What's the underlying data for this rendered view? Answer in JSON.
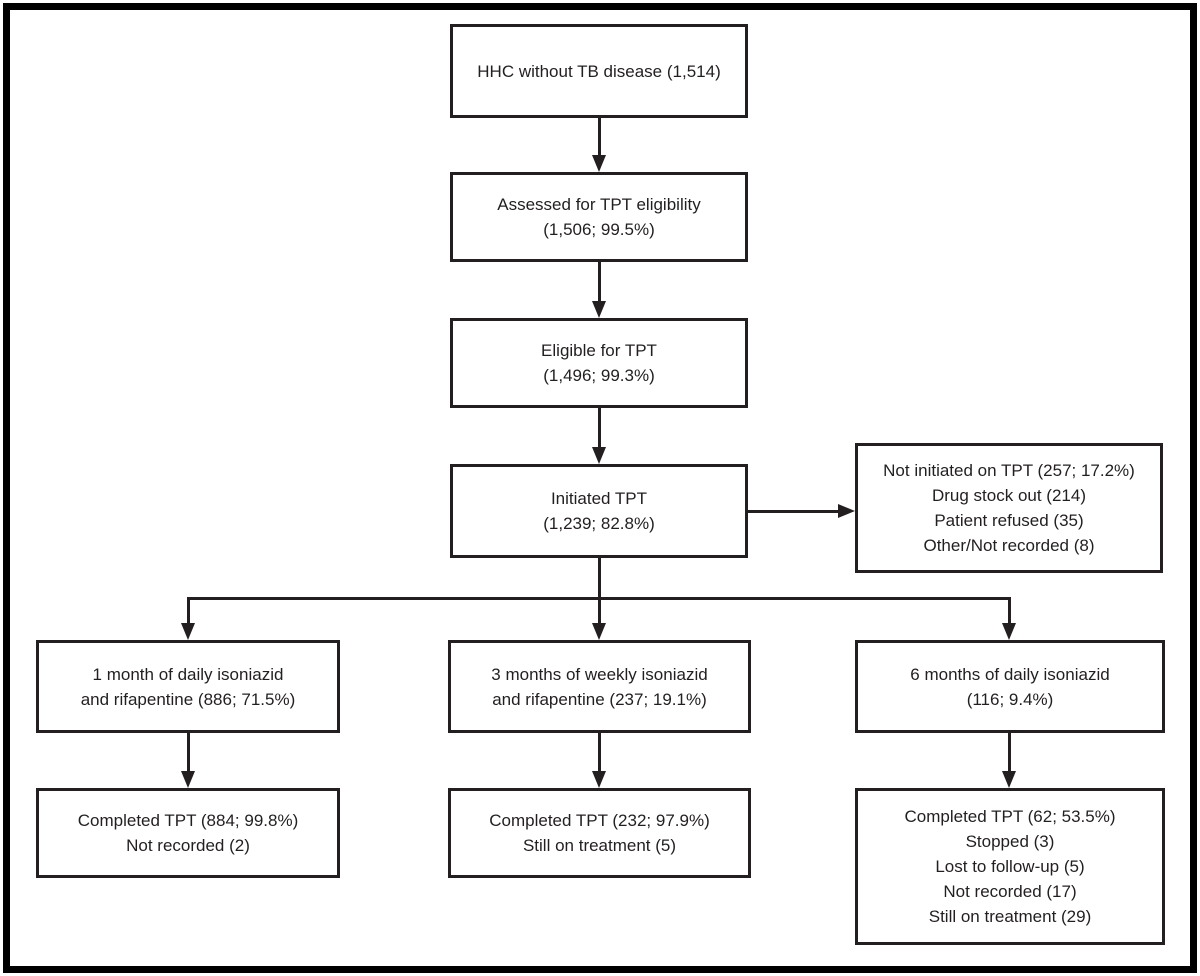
{
  "colors": {
    "ink": "#231f20",
    "frame_border": "#000000",
    "background": "#ffffff"
  },
  "flowchart": {
    "type": "consort-cascade",
    "boxes": [
      {
        "id": "hhc",
        "lines": [
          "HHC without TB disease (1,514)"
        ]
      },
      {
        "id": "assessed",
        "lines": [
          "Assessed for TPT eligibility",
          "(1,506; 99.5%)"
        ]
      },
      {
        "id": "eligible",
        "lines": [
          "Eligible for TPT",
          "(1,496; 99.3%)"
        ]
      },
      {
        "id": "initiated",
        "lines": [
          "Initiated TPT",
          "(1,239; 82.8%)"
        ]
      },
      {
        "id": "not-initiated",
        "lines": [
          "Not initiated on TPT (257; 17.2%)",
          "Drug stock out (214)",
          "Patient refused (35)",
          "Other/Not recorded (8)"
        ]
      },
      {
        "id": "regimen-1hp",
        "lines": [
          "1 month of daily isoniazid",
          "and rifapentine (886; 71.5%)"
        ]
      },
      {
        "id": "regimen-3hp",
        "lines": [
          "3 months of weekly isoniazid",
          "and rifapentine (237; 19.1%)"
        ]
      },
      {
        "id": "regimen-6h",
        "lines": [
          "6 months of daily isoniazid",
          "(116; 9.4%)"
        ]
      },
      {
        "id": "outcome-1hp",
        "lines": [
          "Completed TPT (884; 99.8%)",
          "Not recorded (2)"
        ]
      },
      {
        "id": "outcome-3hp",
        "lines": [
          "Completed TPT (232; 97.9%)",
          "Still on treatment (5)"
        ]
      },
      {
        "id": "outcome-6h",
        "lines": [
          "Completed TPT (62; 53.5%)",
          "Stopped (3)",
          "Lost to follow-up (5)",
          "Not recorded (17)",
          "Still on treatment (29)"
        ]
      }
    ]
  }
}
